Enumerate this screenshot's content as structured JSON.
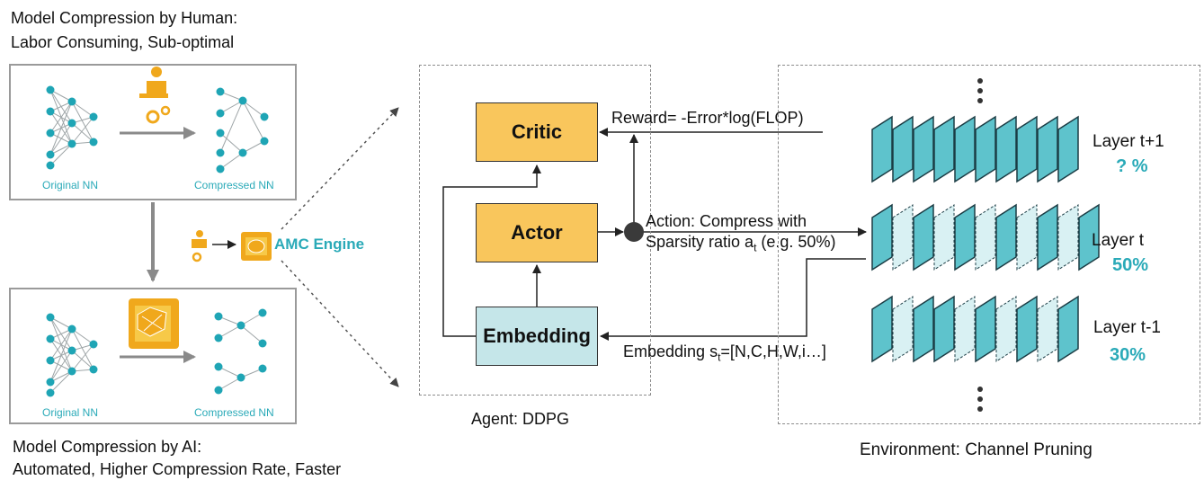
{
  "left": {
    "human_title": "Model Compression by Human:",
    "human_subtitle": "Labor Consuming, Sub-optimal",
    "ai_title": "Model Compression by AI:",
    "ai_subtitle": "Automated, Higher Compression Rate, Faster",
    "original_nn_label": "Original NN",
    "compressed_nn_label": "Compressed NN",
    "engine_label": "AMC Engine"
  },
  "agent": {
    "critic": "Critic",
    "actor": "Actor",
    "embedding": "Embedding",
    "caption": "Agent: DDPG",
    "reward": "Reward= -Error*log(FLOP)",
    "action_line1": "Action: Compress with",
    "action_line2": "Sparsity ratio a",
    "action_sub": "t",
    "action_tail": " (e.g. 50%)",
    "embedding_state": "Embedding s",
    "embedding_sub": "t",
    "embedding_tail": "=[N,C,H,W,i…]"
  },
  "environment": {
    "caption": "Environment: Channel Pruning",
    "layers": [
      {
        "label": "Layer t+1",
        "ratio": "? %"
      },
      {
        "label": "Layer t",
        "ratio": "50%"
      },
      {
        "label": "Layer t-1",
        "ratio": "30%"
      }
    ]
  },
  "colors": {
    "teal": "#2aaab8",
    "orange": "#f9c65c",
    "light_teal": "#c5e6e9",
    "node": "#1fa5b5"
  }
}
